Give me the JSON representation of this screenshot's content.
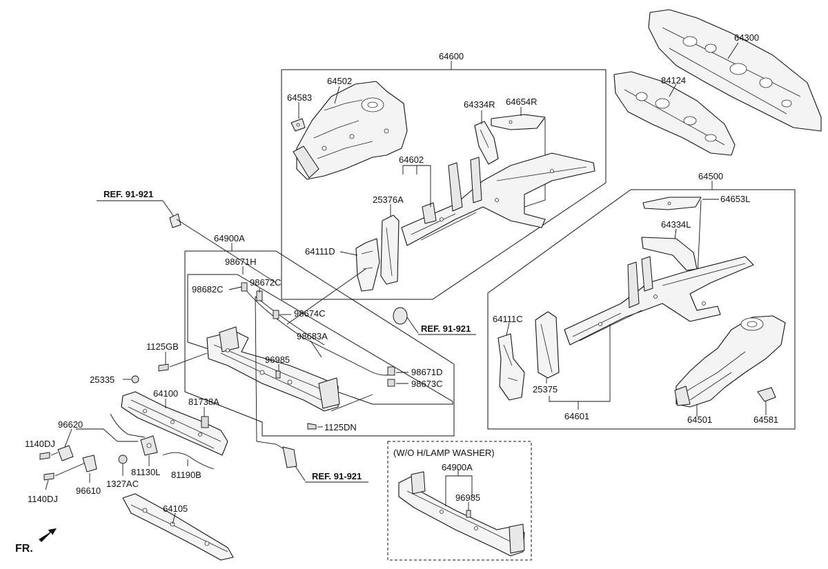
{
  "labels": {
    "l64600": "64600",
    "l64502": "64502",
    "l64583": "64583",
    "l64334R": "64334R",
    "l64654R": "64654R",
    "l64602": "64602",
    "l25376A": "25376A",
    "l64111D": "64111D",
    "l64300": "64300",
    "l84124": "84124",
    "l64500": "64500",
    "l64653L": "64653L",
    "l64334L": "64334L",
    "l64111C": "64111C",
    "l25375": "25375",
    "l64601": "64601",
    "l64501": "64501",
    "l64581": "64581",
    "l64900A": "64900A",
    "l98671H": "98671H",
    "l98682C": "98682C",
    "l98672C": "98672C",
    "l98674C": "98674C",
    "l98683A": "98683A",
    "l96985": "96985",
    "l98671D": "98671D",
    "l98673C": "98673C",
    "l1125GB": "1125GB",
    "l1125DN": "1125DN",
    "l25335": "25335",
    "l64100": "64100",
    "l81738A": "81738A",
    "l96620": "96620",
    "l1140DJ_a": "1140DJ",
    "l1140DJ_b": "1140DJ",
    "l96610": "96610",
    "l1327AC": "1327AC",
    "l81130L": "81130L",
    "l81190B": "81190B",
    "l64105": "64105",
    "l64900A_b": "64900A",
    "l96985_b": "96985",
    "wo_note": "(W/O H/LAMP WASHER)"
  },
  "refs": {
    "ref1": "REF. 91-921",
    "ref2": "REF. 91-921",
    "ref3": "REF. 91-921"
  },
  "orientation": {
    "front_label": "FR."
  }
}
